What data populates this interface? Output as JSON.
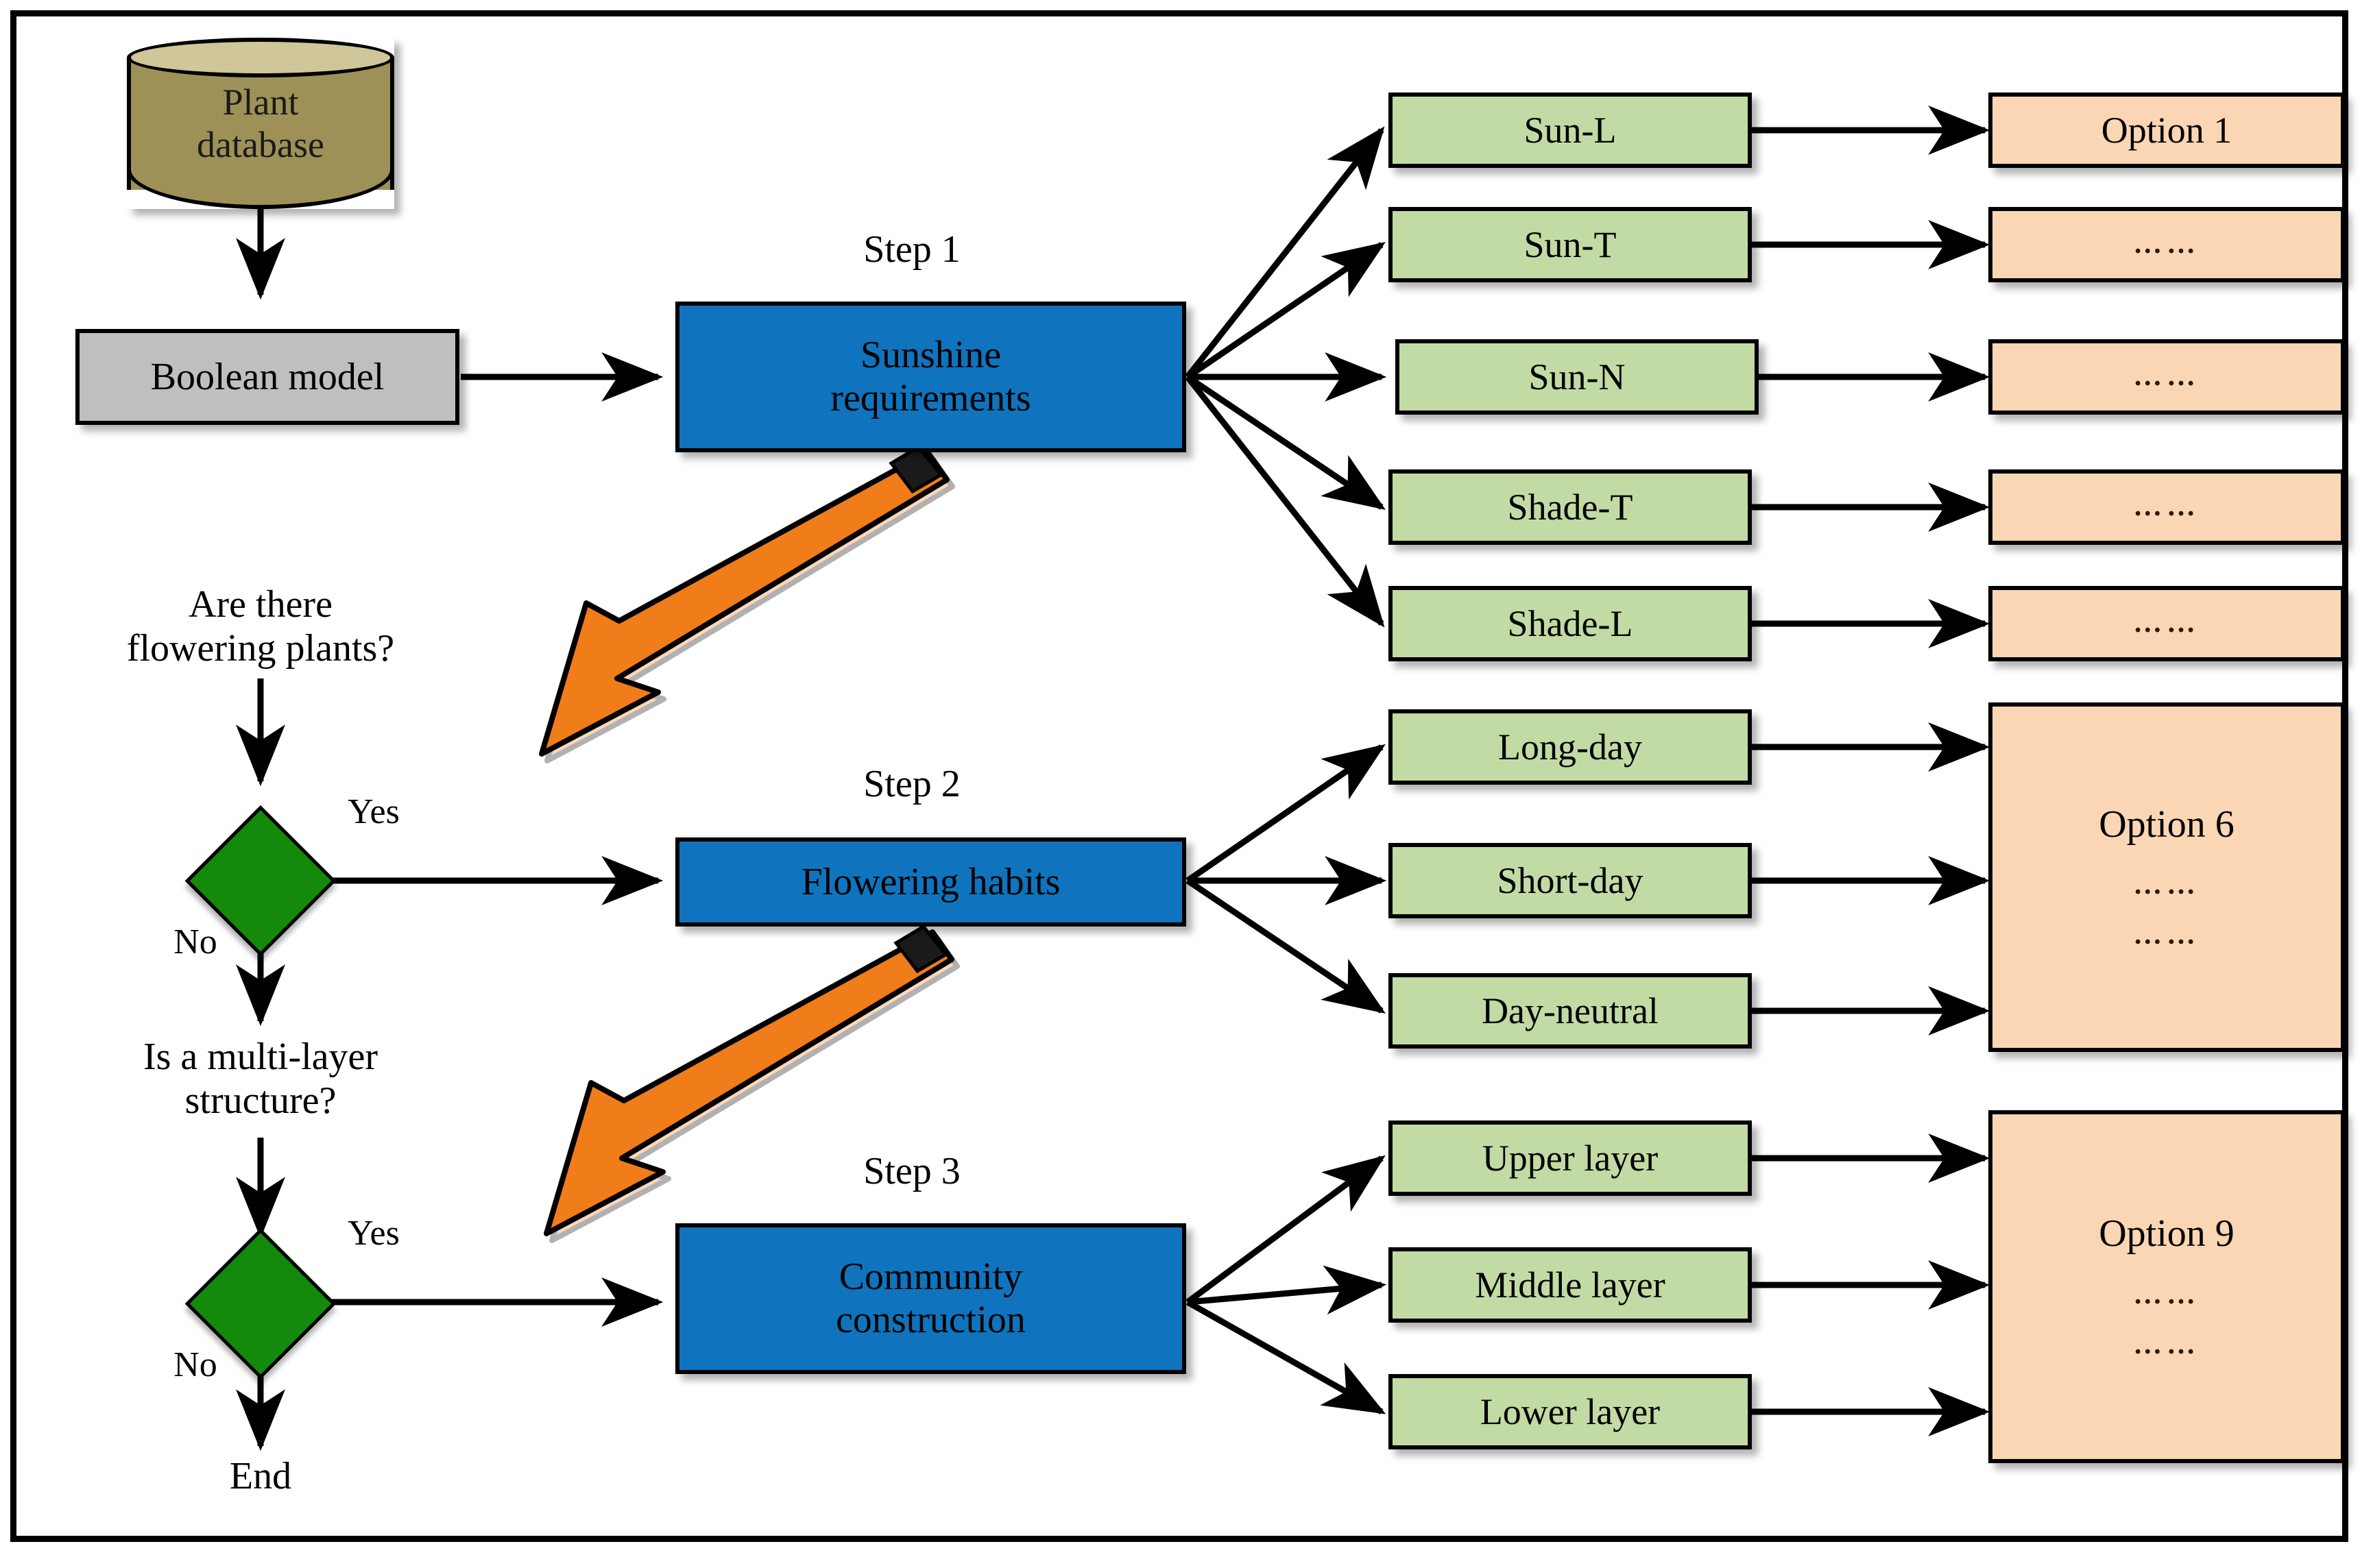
{
  "diagram": {
    "title_present": false,
    "colors": {
      "database_fill": "#9e9157",
      "database_top": "#cfc79a",
      "gray_fill": "#bfbfbf",
      "blue_fill": "#0f74bd",
      "green_fill": "#c2dba4",
      "peach_fill": "#fbd6b4",
      "diamond_fill": "#138a0b",
      "highlight_arrow": "#f07d1a",
      "stroke": "#000000"
    },
    "source": {
      "label": "Plant\ndatabase",
      "line1": "Plant",
      "line2": "database",
      "shape": "cylinder"
    },
    "model": {
      "label": "Boolean model",
      "shape": "rectangle"
    },
    "questions": [
      {
        "id": "q1",
        "line1": "Are there",
        "line2": "flowering plants?",
        "yes_label": "Yes",
        "no_label": "No"
      },
      {
        "id": "q2",
        "line1": "Is a multi-layer",
        "line2": "structure?",
        "yes_label": "Yes",
        "no_label": "No"
      }
    ],
    "terminator": {
      "label": "End"
    },
    "steps": [
      {
        "id": "step1",
        "step_label": "Step 1",
        "title_line1": "Sunshine",
        "title_line2": "requirements",
        "branches": [
          "Sun-L",
          "Sun-T",
          "Sun-N",
          "Shade-T",
          "Shade-L"
        ],
        "outputs": [
          {
            "label": "Option 1",
            "is_ellipsis": false
          },
          {
            "label": "……",
            "is_ellipsis": true
          },
          {
            "label": "……",
            "is_ellipsis": true
          },
          {
            "label": "……",
            "is_ellipsis": true
          },
          {
            "label": "……",
            "is_ellipsis": true
          }
        ],
        "has_highlight_arrow": true
      },
      {
        "id": "step2",
        "step_label": "Step 2",
        "title_line1": "Flowering habits",
        "title_line2": "",
        "branches": [
          "Long-day",
          "Short-day",
          "Day-neutral"
        ],
        "merged_output": {
          "label": "Option 6",
          "ellipsis_1": "……",
          "ellipsis_2": "……"
        },
        "has_highlight_arrow": true
      },
      {
        "id": "step3",
        "step_label": "Step 3",
        "title_line1": "Community",
        "title_line2": "construction",
        "branches": [
          "Upper layer",
          "Middle layer",
          "Lower layer"
        ],
        "merged_output": {
          "label": "Option 9",
          "ellipsis_1": "……",
          "ellipsis_2": "……"
        },
        "has_highlight_arrow": false
      }
    ]
  }
}
